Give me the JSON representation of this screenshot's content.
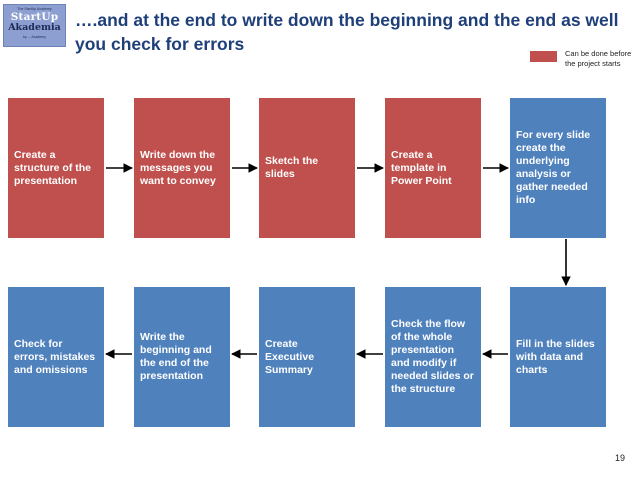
{
  "logo": {
    "top_line": "The StartUp Academy",
    "line1": "StartUp",
    "line2": "Akademia",
    "bottom_line": "by ... Academy"
  },
  "title": "….and at the end to write down the beginning and the end as well you check for errors",
  "legend": {
    "color": "#c0504d",
    "label": "Can be done before the project starts"
  },
  "colors": {
    "red": "#c0504d",
    "blue": "#4f81bd"
  },
  "steps_row1": [
    {
      "label": "Create a structure of the presentation",
      "color": "red"
    },
    {
      "label": "Write down the messages you want to convey",
      "color": "red"
    },
    {
      "label": "Sketch the slides",
      "color": "red"
    },
    {
      "label": "Create a template in Power Point",
      "color": "red"
    },
    {
      "label": "For every slide create the underlying analysis or gather needed info",
      "color": "blue"
    }
  ],
  "steps_row2": [
    {
      "label": "Check for errors, mistakes and omissions",
      "color": "blue"
    },
    {
      "label": "Write the beginning and the end of the presentation",
      "color": "blue"
    },
    {
      "label": "Create  Executive Summary",
      "color": "blue"
    },
    {
      "label": "Check the flow of the whole presentation and modify if needed slides or the structure",
      "color": "blue"
    },
    {
      "label": "Fill in the slides with data and charts",
      "color": "blue"
    }
  ],
  "page_number": "19"
}
